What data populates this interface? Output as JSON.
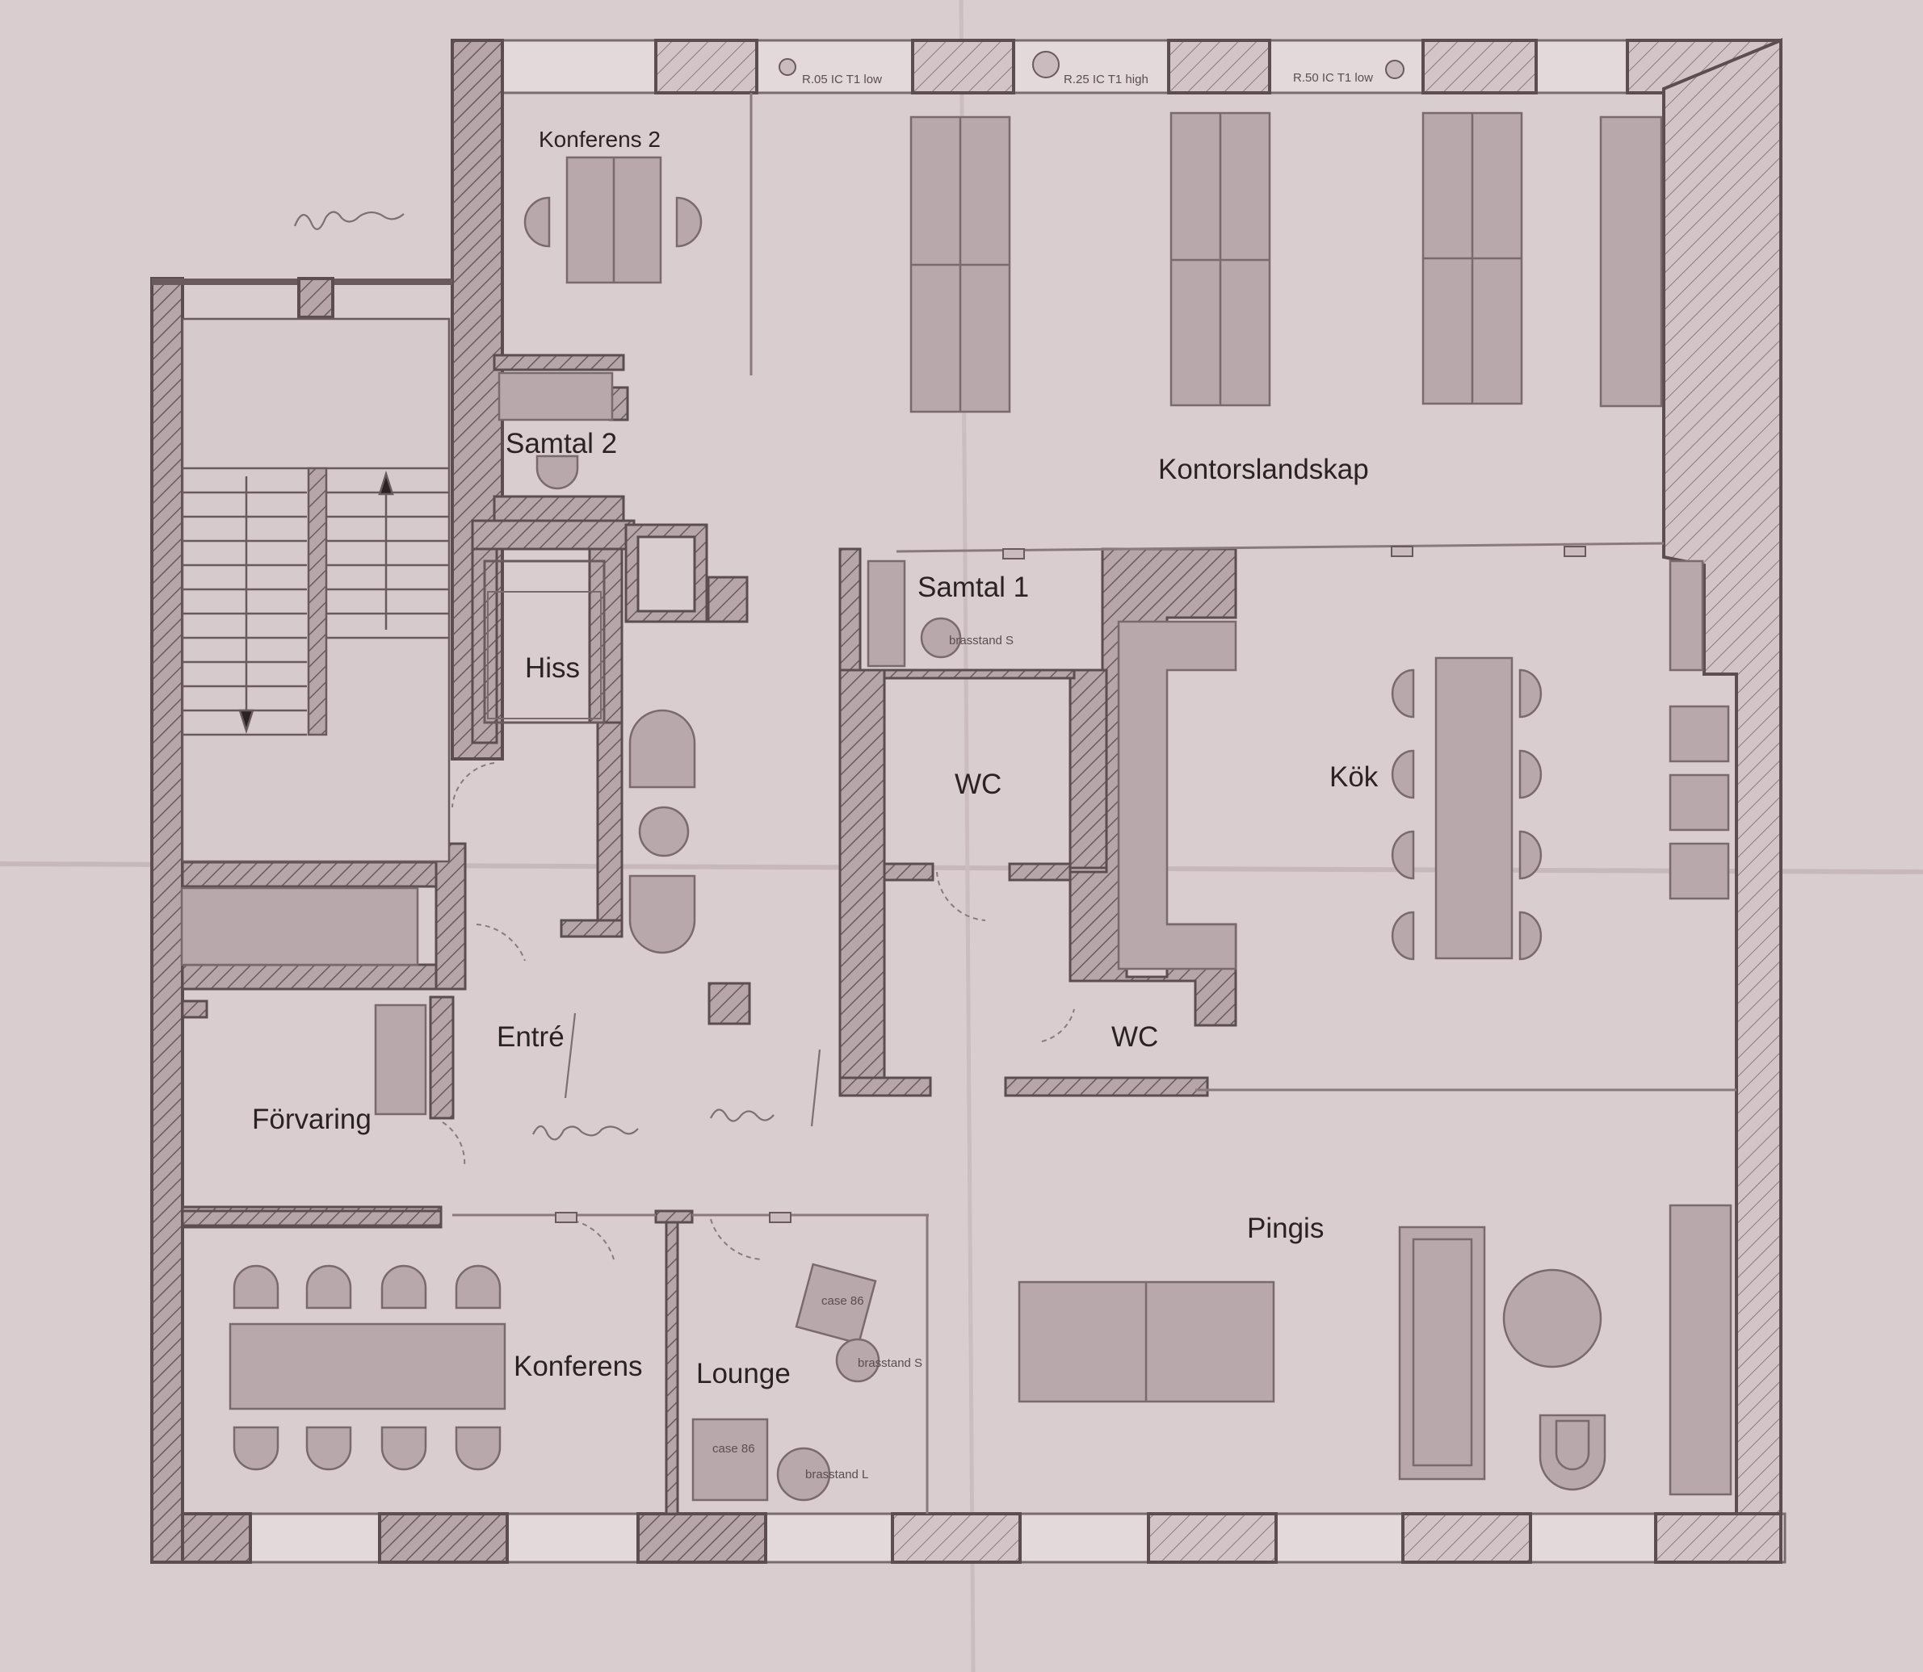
{
  "rooms": {
    "konferens2": "Konferens 2",
    "samtal2": "Samtal 2",
    "hiss": "Hiss",
    "kontorslandskap": "Kontorslandskap",
    "samtal1": "Samtal 1",
    "wc1": "WC",
    "wc2": "WC",
    "kok": "Kök",
    "entre": "Entré",
    "forvaring": "Förvaring",
    "pingis": "Pingis",
    "konferens": "Konferens",
    "lounge": "Lounge"
  },
  "furniture_tags": {
    "tag1": "R.05 IC T1 low",
    "tag2": "R.25 IC T1 high",
    "tag3": "R.50 IC T1 low",
    "tag4": "brasstand S",
    "tag5": "case 86",
    "tag6": "brasstand S",
    "tag7": "case 86",
    "tag8": "brasstand L"
  },
  "colors": {
    "paper": "#d9cdcf",
    "wall": "#6a5a5e",
    "furniture": "#b8a7ab",
    "text": "#2a2224"
  }
}
